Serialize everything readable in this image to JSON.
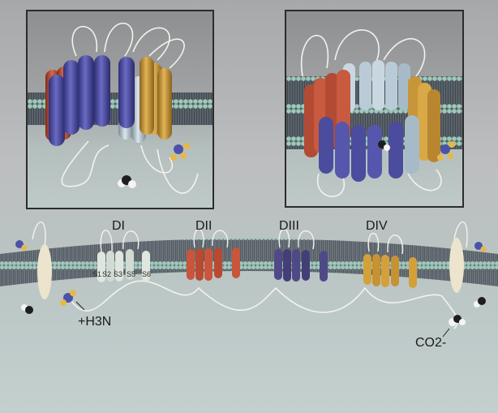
{
  "domains": [
    "DI",
    "DII",
    "DIII",
    "DIV"
  ],
  "segments": [
    "S1",
    "S2",
    "S3",
    "S5",
    "S6"
  ],
  "n_terminus": "+H3N",
  "c_terminus": "CO2-",
  "colors": {
    "background": "#b9bbbc",
    "membrane_head": "#8fc1b1",
    "membrane_tail": "#4f5860",
    "domain_I": "#dfe6df",
    "domain_II": "#c8553c",
    "domain_III": "#4f4a86",
    "domain_IV": "#d4a039",
    "blue_helix": "#4b4c9e",
    "pale_helix": "#b9cbd6",
    "loop": "#f4f4f0"
  }
}
